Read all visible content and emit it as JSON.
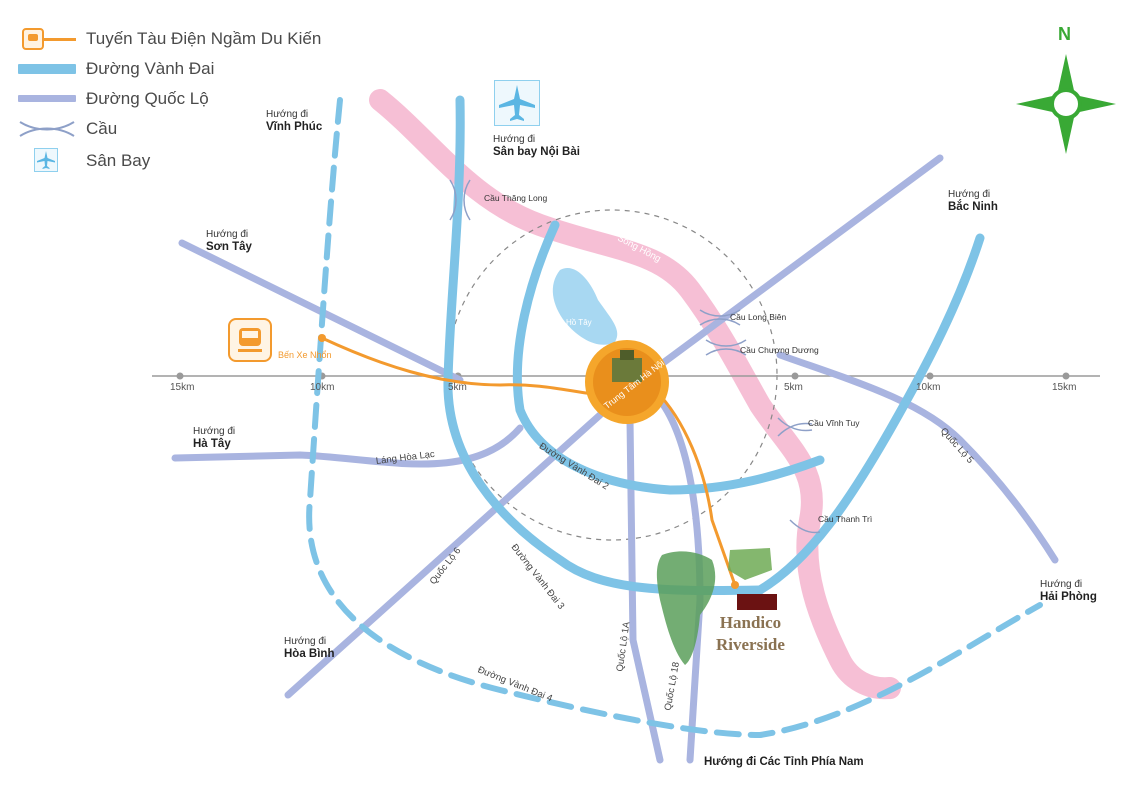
{
  "legend": {
    "metro": "Tuyến Tàu Điện Ngầm Du Kiến",
    "ring_road": "Đường Vành Đai",
    "national_road": "Đường Quốc Lộ",
    "bridge": "Cầu",
    "airport": "Sân Bay"
  },
  "compass": {
    "north": "N"
  },
  "directions": {
    "vinh_phuc": {
      "prefix": "Hướng đi",
      "name": "Vĩnh Phúc"
    },
    "noi_bai": {
      "prefix": "Hướng đi",
      "name": "Sân bay Nội Bài"
    },
    "son_tay": {
      "prefix": "Hướng đi",
      "name": "Sơn Tây"
    },
    "bac_ninh": {
      "prefix": "Hướng đi",
      "name": "Bắc Ninh"
    },
    "ha_tay": {
      "prefix": "Hướng đi",
      "name": "Hà Tây"
    },
    "hai_phong": {
      "prefix": "Hướng đi",
      "name": "Hải Phòng"
    },
    "hoa_binh": {
      "prefix": "Hướng đi",
      "name": "Hòa Bình"
    },
    "phia_nam": "Hướng đi Các Tỉnh Phía Nam"
  },
  "bridges": {
    "thang_long": "Cầu Thăng Long",
    "long_bien": "Cầu Long Biên",
    "chuong_duong": "Cầu Chương Dương",
    "vinh_tuy": "Cầu Vĩnh Tuy",
    "thanh_tri": "Cầu Thanh Trì"
  },
  "roads": {
    "lang_hoa_lac": "Láng Hòa Lạc",
    "vanh_dai_2": "Đường Vành Đai 2",
    "vanh_dai_3": "Đường Vành Đai 3",
    "vanh_dai_4": "Đường Vành Đai 4",
    "quoc_lo_6": "Quốc Lộ 6",
    "quoc_lo_1a": "Quốc Lộ 1A",
    "quoc_lo_18": "Quốc Lộ 18",
    "quoc_lo_5": "Quốc Lộ 5"
  },
  "places": {
    "song_hong": "Sông Hồng",
    "ho_tay": "Hồ Tây",
    "ben_xe_nhon": "Bến Xe Nhổn",
    "center": "Trung Tâm Hà Nội"
  },
  "scale": {
    "left_15": "15km",
    "left_10": "10km",
    "left_5": "5km",
    "right_5": "5km",
    "right_10": "10km",
    "right_15": "15km"
  },
  "project": {
    "line1": "Handico",
    "line2": "Riverside"
  },
  "colors": {
    "ring_road": "#7ec3e6",
    "national_road": "#a9b4e0",
    "metro": "#f39a2e",
    "river": "#f5b8d0",
    "compass": "#39a935",
    "project_mark": "#6b1212"
  }
}
